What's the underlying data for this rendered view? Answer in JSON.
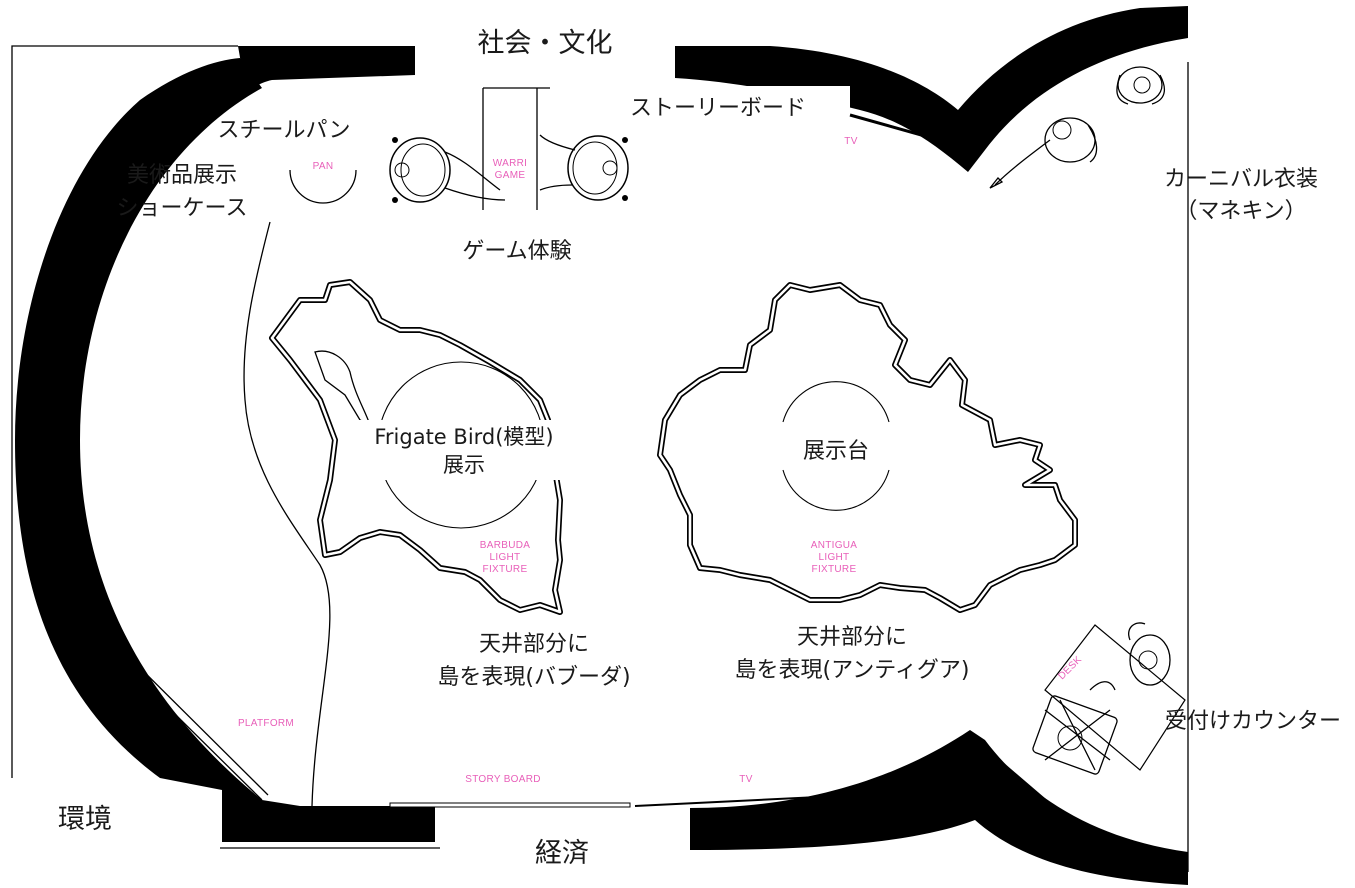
{
  "zones": {
    "society_culture": "社会・文化",
    "economy": "経済",
    "environment": "環境"
  },
  "areas": {
    "storyboard_top": "ストーリーボード",
    "steel_pan": "スチールパン",
    "art_showcase_1": "美術品展示",
    "art_showcase_2": "ショーケース",
    "game_experience": "ゲーム体験",
    "carnival_1": "カーニバル衣装",
    "carnival_2": "（マネキン）",
    "frigate_1": "Frigate Bird(模型)",
    "frigate_2": "展示",
    "display_stand": "展示台",
    "barbuda_1": "天井部分に",
    "barbuda_2": "島を表現(バブーダ)",
    "antigua_1": "天井部分に",
    "antigua_2": "島を表現(アンティグア)",
    "reception": "受付けカウンター"
  },
  "fixtures": {
    "pan": "PAN",
    "warri_1": "WARRI",
    "warri_2": "GAME",
    "tv_top": "TV",
    "barbuda_1": "BARBUDA",
    "barbuda_2": "LIGHT",
    "barbuda_3": "FIXTURE",
    "antigua_1": "ANTIGUA",
    "antigua_2": "LIGHT",
    "antigua_3": "FIXTURE",
    "desk": "DESK",
    "platform": "PLATFORM",
    "story_board": "STORY BOARD",
    "tv_bottom": "TV"
  },
  "colors": {
    "fixture_label": "#e85fb9",
    "walls": "#000000"
  }
}
